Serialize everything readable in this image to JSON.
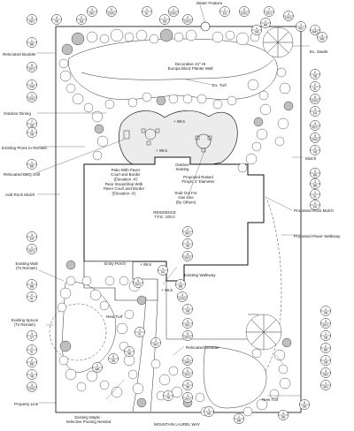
{
  "labels": {
    "water_feature": "Water Feature",
    "ex_swale": "Ex. Swale",
    "decorative_wall": "Decorative 24\" Ht\nEuropa Block Planter Wall",
    "ex_turf": "Ex. Turf",
    "relocated_boulder_top": "Relocated Boulder",
    "outdoor_dining": "Outdoor Dining",
    "existing_pines": "Existing Pines to Remain",
    "relocated_bbq": "Relocated BBQ Grill",
    "add_rock_mulch": "Add Rock Mulch",
    "patio_paver": "Patio With Paver\nCourt and Border\n(Elevation -4')",
    "rear_stoop": "Rear Stoop/Step With\nPaver Court and Border\n(Elevation -4')",
    "outdoor_seating": "Outdoor\nSeating",
    "proposed_firepit": "Proposed Raised\nFirepit, 4' Diameter",
    "stub_out": "Stub Out For\nGas Line\n(By Others)",
    "mulch": "Mulch",
    "residence": "RESIDENCE\nT.F.E. 100.0",
    "proposed_rock_mulch": "Proposed Rock Mulch",
    "proposed_paver_walkway": "Proposed Paver Walkway",
    "existing_wall": "Existing Wall\n(To Remain)",
    "entry_porch": "Entry Porch",
    "existing_walkway": "Existing Walkway",
    "new_turf_left": "New Turf",
    "existing_spruce": "Existing Spruce\n(To Remain)",
    "relocated_boulder_bottom": "Relocated Boulder",
    "new_turf_right": "New Turf",
    "property_line": "Property Line",
    "existing_maple": "Existing Maple -\nSelective Pruning Needed",
    "street": "MOUNTAIN LAUREL WAY",
    "elev_patio": "+ 98.5",
    "elev_stoop": "+ 99.5",
    "elev_entry1": "+ 99.5",
    "elev_entry2": "+ 98.5"
  },
  "plant_tags": [
    {
      "n": "3",
      "c": "WG"
    },
    {
      "n": "3",
      "c": "DOG"
    },
    {
      "n": "1",
      "c": "SL"
    },
    {
      "n": "1",
      "c": "DOG"
    },
    {
      "n": "5",
      "c": "DOG"
    },
    {
      "n": "7",
      "c": "RCV"
    },
    {
      "n": "1",
      "c": "EA"
    },
    {
      "n": "2",
      "c": "SB"
    },
    {
      "n": "4",
      "c": "VB"
    },
    {
      "n": "3",
      "c": "WG"
    },
    {
      "n": "1",
      "c": "SB"
    },
    {
      "n": "2",
      "c": "DOG"
    },
    {
      "n": "4",
      "c": "WB"
    },
    {
      "n": "1",
      "c": "AMS"
    },
    {
      "n": "1",
      "c": "BB"
    },
    {
      "n": "5",
      "c": "RCV"
    },
    {
      "n": "3",
      "c": "RM"
    },
    {
      "n": "1",
      "c": "DOG"
    },
    {
      "n": "7",
      "c": "SB"
    },
    {
      "n": "3",
      "c": "VB"
    },
    {
      "n": "1",
      "c": "BB"
    },
    {
      "n": "2",
      "c": "SB"
    },
    {
      "n": "2",
      "c": "SL"
    },
    {
      "n": "5",
      "c": "DOG"
    },
    {
      "n": "3",
      "c": "EA"
    },
    {
      "n": "3",
      "c": "RCV"
    },
    {
      "n": "5",
      "c": "DOG"
    },
    {
      "n": "2",
      "c": "VB"
    },
    {
      "n": "3",
      "c": "BB"
    },
    {
      "n": "3",
      "c": "BB"
    },
    {
      "n": "1",
      "c": "SL"
    },
    {
      "n": "2",
      "c": "EA"
    },
    {
      "n": "1",
      "c": "BB"
    },
    {
      "n": "1",
      "c": "SM"
    },
    {
      "n": "3",
      "c": "DOG"
    },
    {
      "n": "1",
      "c": "WG"
    },
    {
      "n": "3",
      "c": "EA"
    },
    {
      "n": "1",
      "c": "RCV"
    },
    {
      "n": "4",
      "c": "BB"
    },
    {
      "n": "2",
      "c": "SL"
    },
    {
      "n": "3",
      "c": "ST"
    },
    {
      "n": "2",
      "c": "SL"
    },
    {
      "n": "2",
      "c": "BB"
    },
    {
      "n": "1",
      "c": "VB"
    },
    {
      "n": "3",
      "c": "DOG"
    },
    {
      "n": "2",
      "c": "WG"
    },
    {
      "n": "3",
      "c": "SB"
    },
    {
      "n": "5",
      "c": "RCV"
    },
    {
      "n": "1",
      "c": "EA"
    },
    {
      "n": "2",
      "c": "BB"
    },
    {
      "n": "3",
      "c": "DOG"
    },
    {
      "n": "2",
      "c": "SB"
    },
    {
      "n": "3",
      "c": "WG"
    },
    {
      "n": "5",
      "c": "RCV"
    },
    {
      "n": "1",
      "c": "AMS"
    },
    {
      "n": "4",
      "c": "RCV"
    },
    {
      "n": "3",
      "c": "SB"
    },
    {
      "n": "3",
      "c": "RCV"
    },
    {
      "n": "2",
      "c": "WB"
    },
    {
      "n": "5",
      "c": "SB"
    },
    {
      "n": "4",
      "c": "SB"
    },
    {
      "n": "4",
      "c": "VB"
    },
    {
      "n": "3",
      "c": "WG"
    },
    {
      "n": "2",
      "c": "SL"
    },
    {
      "n": "5",
      "c": "RCV"
    },
    {
      "n": "1",
      "c": "SB"
    },
    {
      "n": "2",
      "c": "BB"
    },
    {
      "n": "1",
      "c": "SB"
    },
    {
      "n": "3",
      "c": "WG"
    },
    {
      "n": "1",
      "c": "WG"
    },
    {
      "n": "1",
      "c": "SB"
    },
    {
      "n": "3",
      "c": "RCV"
    },
    {
      "n": "1",
      "c": "SB"
    },
    {
      "n": "1",
      "c": "BB"
    },
    {
      "n": "4",
      "c": "SB"
    },
    {
      "n": "5",
      "c": "SB"
    }
  ]
}
